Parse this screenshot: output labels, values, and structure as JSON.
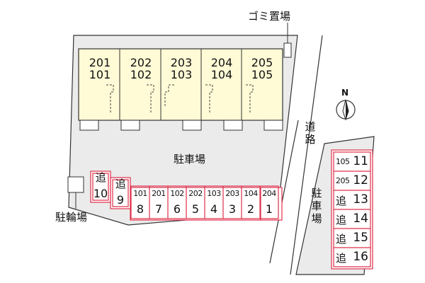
{
  "labels": {
    "garbage": "ゴミ置場",
    "parking_main": "駐車場",
    "bicycle": "駐輪場",
    "road": "道路",
    "parking_side": "駐車場",
    "north": "N"
  },
  "units": [
    {
      "upper": "201",
      "lower": "101"
    },
    {
      "upper": "202",
      "lower": "102"
    },
    {
      "upper": "203",
      "lower": "103"
    },
    {
      "upper": "204",
      "lower": "104"
    },
    {
      "upper": "205",
      "lower": "105"
    }
  ],
  "parking_row": [
    {
      "top": "追",
      "num": "10"
    },
    {
      "top": "追",
      "num": "9"
    },
    {
      "top": "101",
      "num": "8"
    },
    {
      "top": "201",
      "num": "7"
    },
    {
      "top": "102",
      "num": "6"
    },
    {
      "top": "202",
      "num": "5"
    },
    {
      "top": "103",
      "num": "4"
    },
    {
      "top": "203",
      "num": "3"
    },
    {
      "top": "104",
      "num": "2"
    },
    {
      "top": "204",
      "num": "1"
    }
  ],
  "parking_side_slots": [
    {
      "pre": "105",
      "num": "11"
    },
    {
      "pre": "205",
      "num": "12"
    },
    {
      "pre": "追",
      "num": "13"
    },
    {
      "pre": "追",
      "num": "14"
    },
    {
      "pre": "追",
      "num": "15"
    },
    {
      "pre": "追",
      "num": "16"
    }
  ],
  "colors": {
    "building_fill": "#fffbd6",
    "lot_fill": "#ebebeb",
    "slot_border": "#e0304a",
    "slot_fill": "#ffffff"
  }
}
